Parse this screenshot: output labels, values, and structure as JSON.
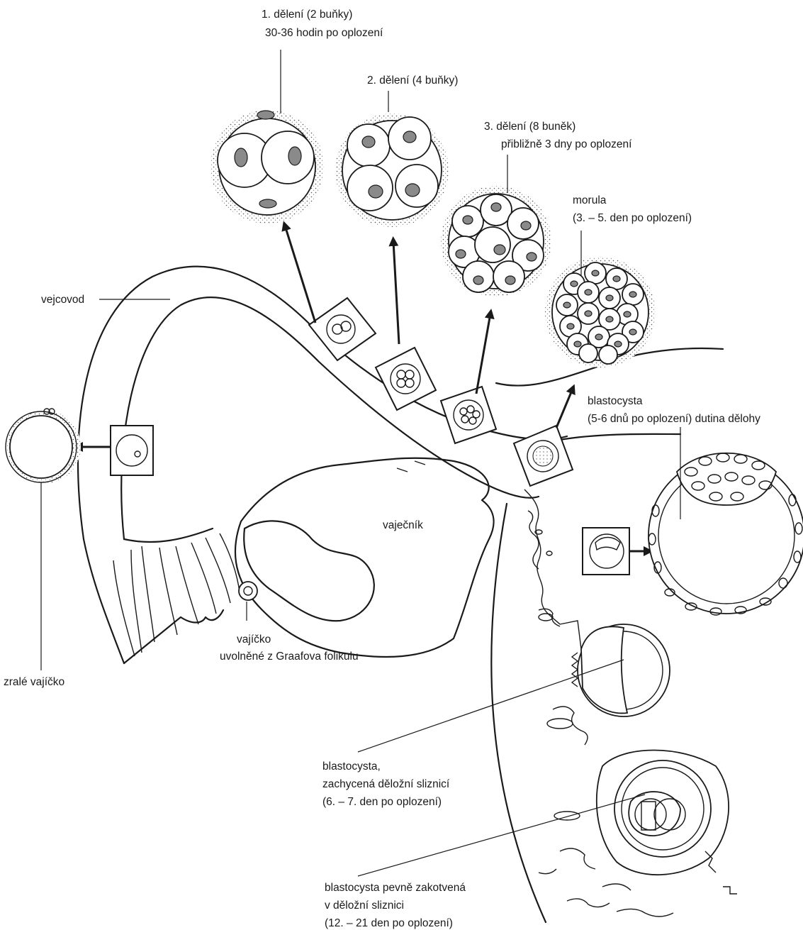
{
  "labels": {
    "division1_title": "1. dělení (2 buňky)",
    "division1_time": "30-36 hodin po oplození",
    "division2_title": "2. dělení (4 buňky)",
    "division3_title": "3. dělení (8 buněk)",
    "division3_time": "přibližně 3 dny po oplození",
    "morula_title": "morula",
    "morula_time": "(3. – 5. den po oplození)",
    "blastocyst_title": "blastocysta",
    "blastocyst_time": "(5-6 dnů po oplození) dutina dělohy",
    "oviduct": "vejcovod",
    "ovary": "vaječník",
    "released_egg_1": "vajíčko",
    "released_egg_2": "uvolněné z Graafova folikulu",
    "mature_egg": "zralé vajíčko",
    "attached_1": "blastocysta,",
    "attached_2": "zachycená děložní sliznicí",
    "attached_3": "(6. – 7. den po oplození)",
    "anchored_1": "blastocysta pevně zakotvená",
    "anchored_2": "v děložní sliznici",
    "anchored_3": "(12. – 21 den po oplození)"
  }
}
